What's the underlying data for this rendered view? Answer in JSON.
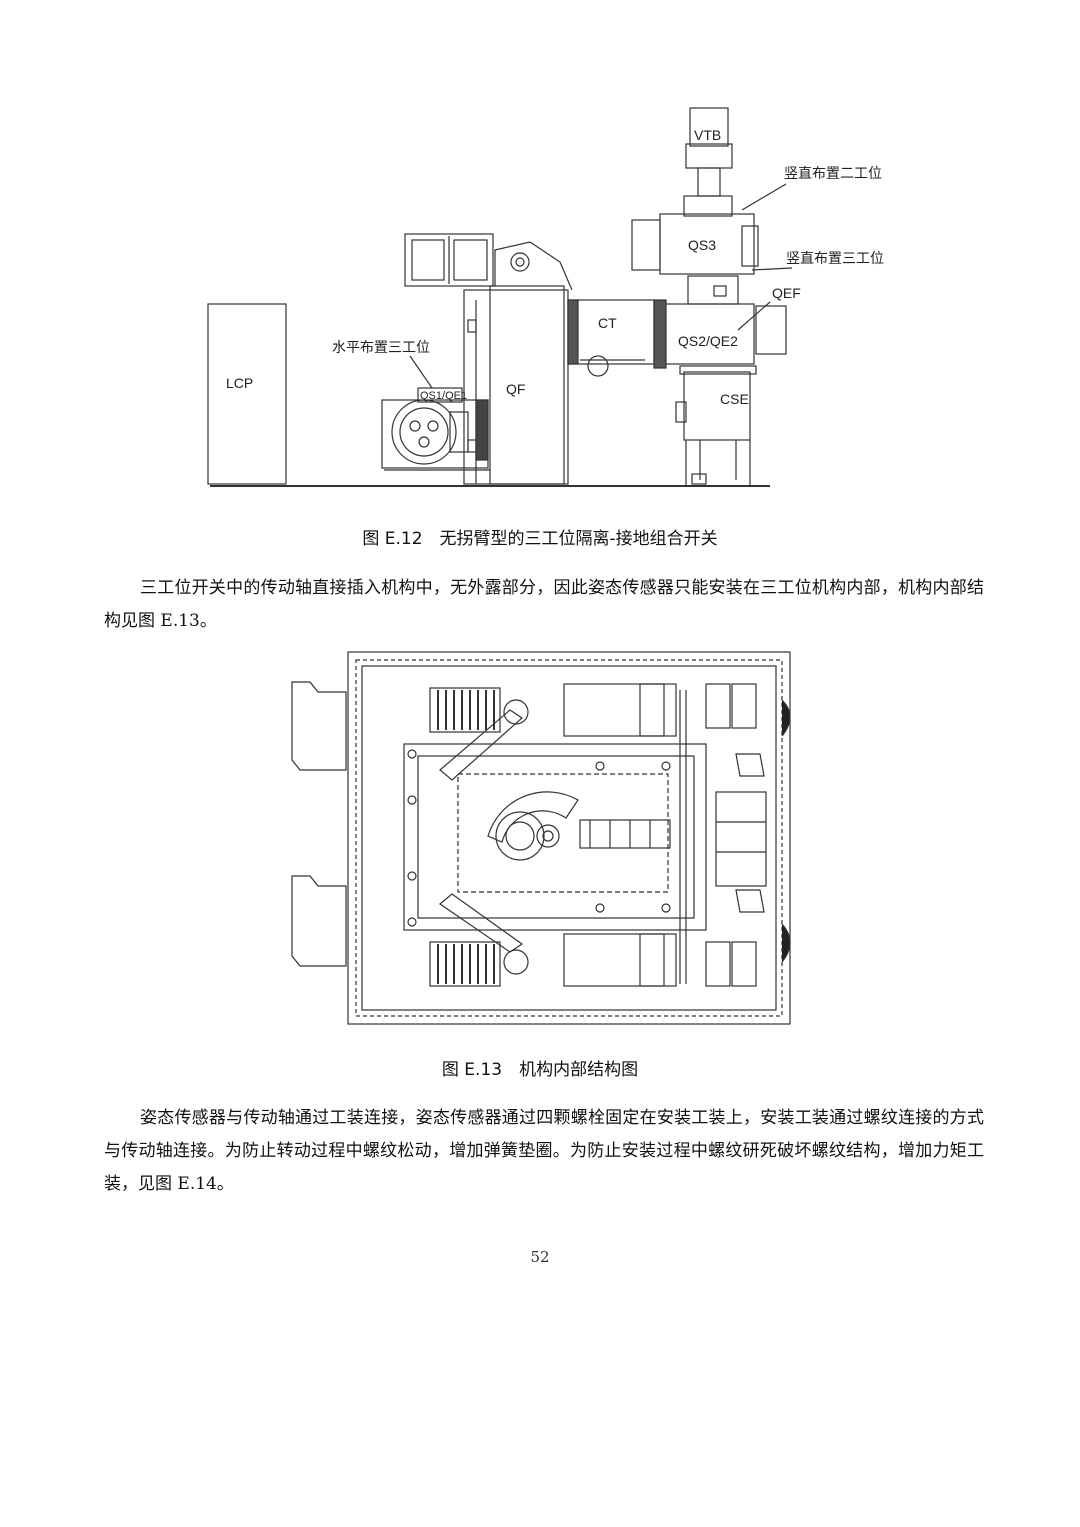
{
  "figure12": {
    "labels": {
      "vtb": "VTB",
      "vertical_two": "竖直布置二工位",
      "qs3": "QS3",
      "vertical_three": "竖直布置三工位",
      "qef": "QEF",
      "ct": "CT",
      "qs2qe2": "QS2/QE2",
      "horizontal_three": "水平布置三工位",
      "lcp": "LCP",
      "qs1qe1": "QS1/QE1",
      "qf": "QF",
      "cse": "CSE"
    },
    "caption": "图 E.12　无拐臂型的三工位隔离-接地组合开关"
  },
  "paragraph1": "三工位开关中的传动轴直接插入机构中，无外露部分，因此姿态传感器只能安装在三工位机构内部，机构内部结构见图 E.13。",
  "figure13": {
    "caption": "图 E.13　机构内部结构图"
  },
  "paragraph2": "姿态传感器与传动轴通过工装连接，姿态传感器通过四颗螺栓固定在安装工装上，安装工装通过螺纹连接的方式与传动轴连接。为防止转动过程中螺纹松动，增加弹簧垫圈。为防止安装过程中螺纹研死破坏螺纹结构，增加力矩工装，见图 E.14。",
  "page_number": "52"
}
